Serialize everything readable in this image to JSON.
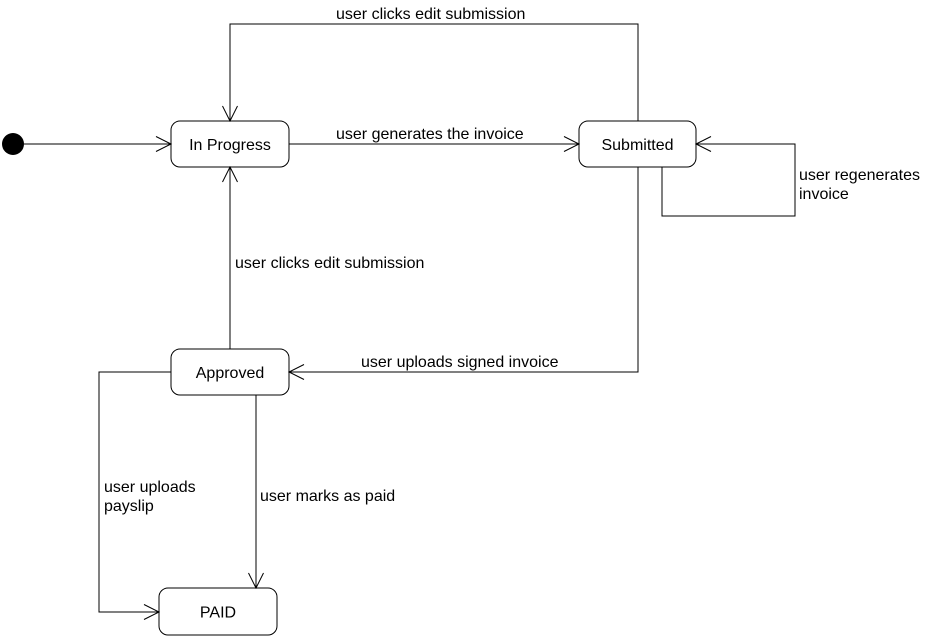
{
  "diagram": {
    "type": "state-machine",
    "colors": {
      "stroke": "#000000",
      "fill": "#ffffff",
      "initial": "#000000"
    },
    "states": [
      {
        "id": "in-progress",
        "label": "In Progress"
      },
      {
        "id": "submitted",
        "label": "Submitted"
      },
      {
        "id": "approved",
        "label": "Approved"
      },
      {
        "id": "paid",
        "label": "PAID"
      }
    ],
    "transitions": [
      {
        "id": "t-initial",
        "from": "initial",
        "to": "in-progress",
        "label": []
      },
      {
        "id": "t-generate",
        "from": "in-progress",
        "to": "submitted",
        "label": [
          "user generates the invoice"
        ]
      },
      {
        "id": "t-edit-from-submitted",
        "from": "submitted",
        "to": "in-progress",
        "label": [
          "user clicks edit submission"
        ]
      },
      {
        "id": "t-regenerate",
        "from": "submitted",
        "to": "submitted",
        "label": [
          "user regenerates",
          "invoice"
        ]
      },
      {
        "id": "t-upload-signed",
        "from": "submitted",
        "to": "approved",
        "label": [
          "user uploads signed invoice"
        ]
      },
      {
        "id": "t-edit-from-approved",
        "from": "approved",
        "to": "in-progress",
        "label": [
          "user clicks edit submission"
        ]
      },
      {
        "id": "t-upload-payslip",
        "from": "approved",
        "to": "paid",
        "label": [
          "user uploads",
          "payslip"
        ]
      },
      {
        "id": "t-mark-paid",
        "from": "approved",
        "to": "paid",
        "label": [
          "user marks as paid"
        ]
      }
    ]
  }
}
